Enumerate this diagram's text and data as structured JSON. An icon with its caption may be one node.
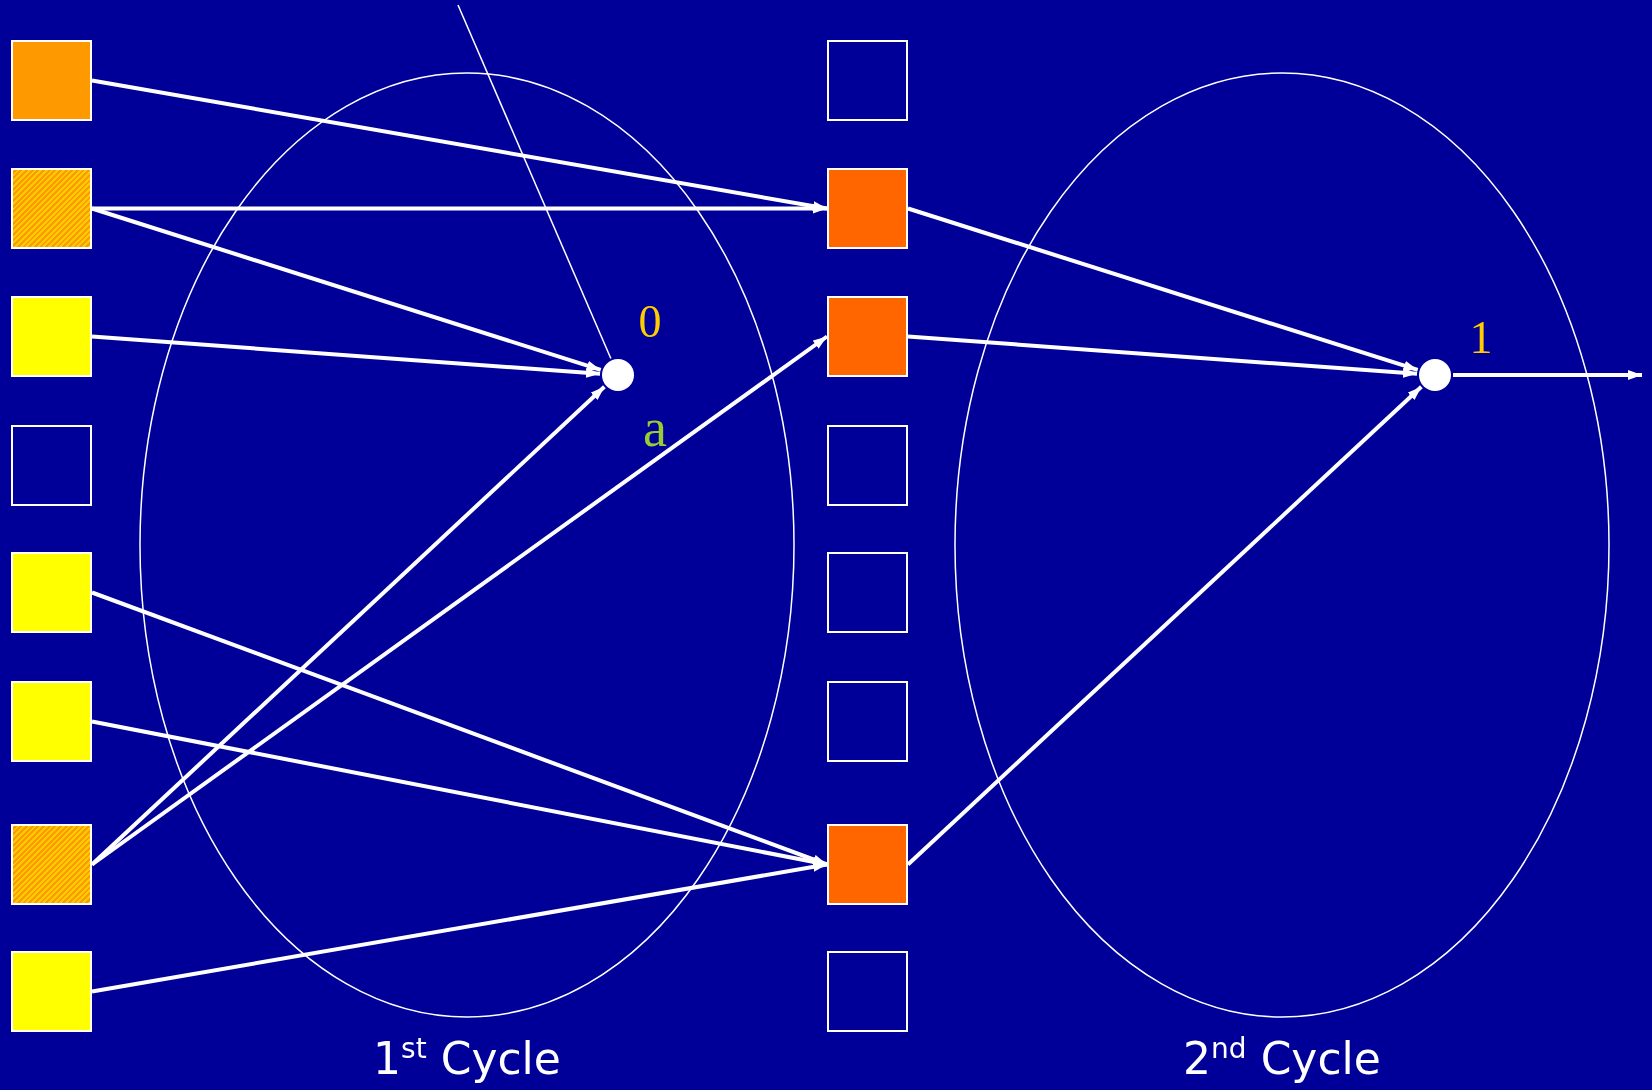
{
  "diagram": {
    "nodes": [
      {
        "text": [
          "1$^{st}$ Cycle"
        ]
      },
      {
        "text": [
          "2$^{nd}$ Cycle"
        ]
      },
      {
        "text": [],
        "shape": "box"
      },
      {
        "text": [],
        "shape": "box"
      },
      {
        "text": [],
        "shape": "box"
      },
      {
        "text": [],
        "shape": "box"
      },
      {
        "text": [],
        "shape": "box"
      },
      {
        "text": [],
        "shape": "box"
      },
      {
        "text": [],
        "shape": "box"
      },
      {
        "text": [],
        "shape": "box"
      },
      {
        "text": [],
        "shape": "box"
      },
      {
        "text": [],
        "shape": "box"
      },
      {
        "text": [],
        "shape": "box"
      },
      {
        "text": [],
        "shape": "box"
      },
      {
        "text": [],
        "shape": "box"
      },
      {
        "text": [],
        "shape": "box"
      },
      {
        "text": [],
        "shape": "box"
      },
      {
        "text": [],
        "shape": "box"
      },
      {
        "text": [],
        "shape": "circle",
        "beside": [
          "0",
          "a"
        ],
        "in": 0
      },
      {
        "text": [],
        "shape": "circle",
        "beside": [
          "1"
        ],
        "in": 1
      }
    ],
    "edges": [
      {
        "from": 2,
        "to": 11,
        "arrow": "to"
      },
      {
        "from": 3,
        "to": 11,
        "arrow": "to"
      },
      {
        "from": 3,
        "to": 18,
        "arrow": "to"
      },
      {
        "from": 4,
        "to": 18,
        "arrow": "to"
      },
      {
        "from": 8,
        "to": 18,
        "arrow": "to"
      },
      {
        "from": 8,
        "to": 12,
        "arrow": "to"
      },
      {
        "from": 6,
        "to": 16,
        "arrow": "to"
      },
      {
        "from": 7,
        "to": 16,
        "arrow": "to"
      },
      {
        "from": 9,
        "to": 16,
        "arrow": "to"
      },
      {
        "from": 11,
        "to": 19,
        "arrow": "to"
      },
      {
        "from": 12,
        "to": 19,
        "arrow": "to"
      },
      {
        "from": 16,
        "to": 19,
        "arrow": "to"
      },
      {
        "from": 19,
        "to": null,
        "arrow": "to"
      },
      {
        "from": null,
        "to": 18,
        "arrow": "none"
      }
    ]
  }
}
